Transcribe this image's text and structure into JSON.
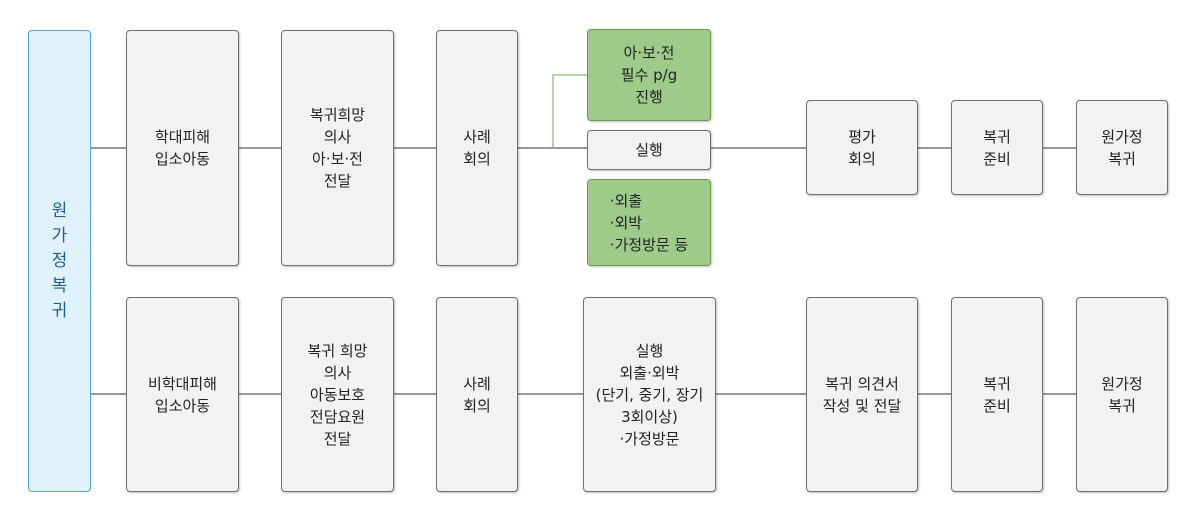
{
  "side_label": "원\n가\n정\n복\n귀",
  "top_row": {
    "child": "학대피해\n입소아동",
    "intent": "복귀희망\n의사\n아·보·전\n전달",
    "case_meeting": "사례\n회의",
    "program": "아·보·전\n필수 p/g\n진행",
    "execution": "실행",
    "activities": "·외출\n·외박\n·가정방문 등",
    "evaluation": "평가\n회의",
    "prep": "복귀\n준비",
    "return": "원가정\n복귀"
  },
  "bottom_row": {
    "child": "비학대피해\n입소아동",
    "intent": "복귀 희망\n의사\n아동보호\n전담요원\n전달",
    "case_meeting": "사례\n회의",
    "execution": "실행\n외출·외박\n(단기, 중기, 장기\n3회이상)\n·가정방문",
    "opinion": "복귀 의견서\n작성 및 전달",
    "prep": "복귀\n준비",
    "return": "원가정\n복귀"
  },
  "colors": {
    "box_fill": "#f2f2f2",
    "box_border": "#6f6f6f",
    "green_fill": "#9fcb8a",
    "green_border": "#6a9a56",
    "side_fill": "#dff1fb",
    "side_border": "#58a3d2",
    "side_text": "#1d5f95"
  }
}
